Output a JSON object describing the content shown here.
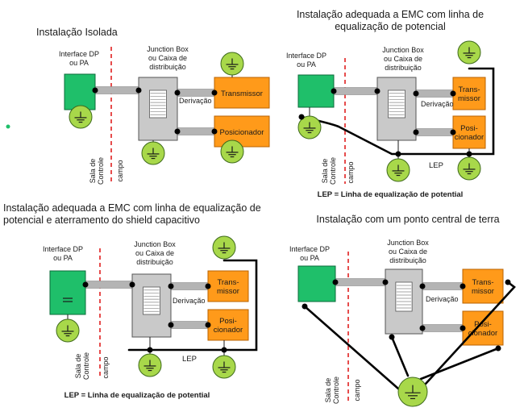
{
  "colors": {
    "dp": "#1fbf6a",
    "dp_stroke": "#0b6b3a",
    "orange": "#ff9a1a",
    "orange_stroke": "#b86200",
    "jbox": "#c9c9c9",
    "cable": "#b4b4b4",
    "ground": "#a8d84a",
    "ground_stroke": "#3f6b1c",
    "divider": "#e02020",
    "lep": "#000000"
  },
  "panels": [
    {
      "title_lines": [
        "Instalação Isolada"
      ],
      "dp_lines": [
        "Interface DP",
        "ou PA"
      ],
      "jb_lines": [
        "Junction Box",
        "ou Caixa de",
        "distribuição"
      ],
      "device1_lines": [
        "Transmissor"
      ],
      "device2_lines": [
        "Posicionador"
      ],
      "derivacao": "Derivação",
      "sala_lines": [
        "Sala de",
        "Controle"
      ],
      "campo": "campo",
      "lep": "",
      "note": ""
    },
    {
      "title_lines": [
        "Instalação adequada a EMC com linha de",
        "equalização de potencial"
      ],
      "dp_lines": [
        "Interface DP",
        "ou PA"
      ],
      "jb_lines": [
        "Junction Box",
        "ou Caixa de",
        "distribuição"
      ],
      "device1_lines": [
        "Trans-",
        "missor"
      ],
      "device2_lines": [
        "Posi-",
        "cionador"
      ],
      "derivacao": "Derivação",
      "sala_lines": [
        "Sala de",
        "Controle"
      ],
      "campo": "campo",
      "lep": "LEP",
      "note": "LEP = Linha de equalização de potential"
    },
    {
      "title_lines": [
        "Instalação adequada a EMC com linha de equalização de",
        "potencial e aterramento do shield capacitivo"
      ],
      "dp_lines": [
        "Interface DP",
        "ou PA"
      ],
      "jb_lines": [
        "Junction Box",
        "ou Caixa de",
        "distribuição"
      ],
      "device1_lines": [
        "Trans-",
        "missor"
      ],
      "device2_lines": [
        "Posi-",
        "cionador"
      ],
      "derivacao": "Derivação",
      "sala_lines": [
        "Sala de",
        "Controle"
      ],
      "campo": "campo",
      "lep": "LEP",
      "note": "LEP = Linha de equalização de potential"
    },
    {
      "title_lines": [
        "Instalação com um ponto central de terra"
      ],
      "dp_lines": [
        "Interface DP",
        "ou PA"
      ],
      "jb_lines": [
        "Junction Box",
        "ou Caixa de",
        "distribuição"
      ],
      "device1_lines": [
        "Trans-",
        "missor"
      ],
      "device2_lines": [
        "Posi-",
        "cionador"
      ],
      "derivacao": "Derivação",
      "sala_lines": [
        "Sala de",
        "Controle"
      ],
      "campo": "campo",
      "lep": "",
      "note": ""
    }
  ]
}
